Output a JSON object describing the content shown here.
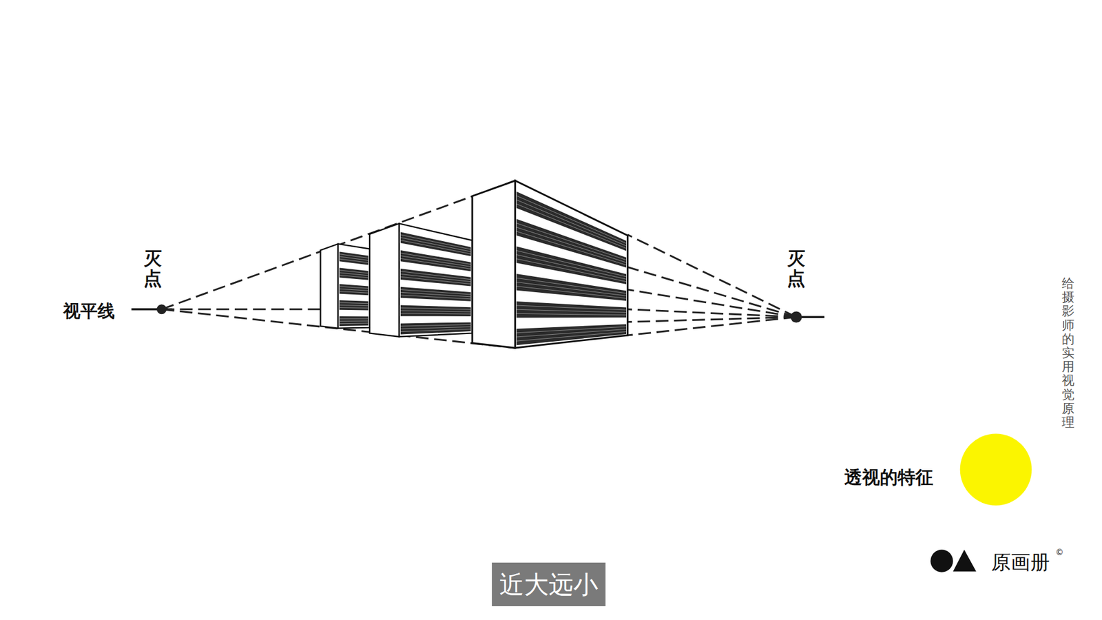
{
  "diagram": {
    "caption": "近大远小",
    "labels": [
      "灭点",
      "视平线",
      "灭点",
      "给摄影师的实用视觉原理",
      "透视的特征",
      "原画册",
      "©"
    ]
  }
}
